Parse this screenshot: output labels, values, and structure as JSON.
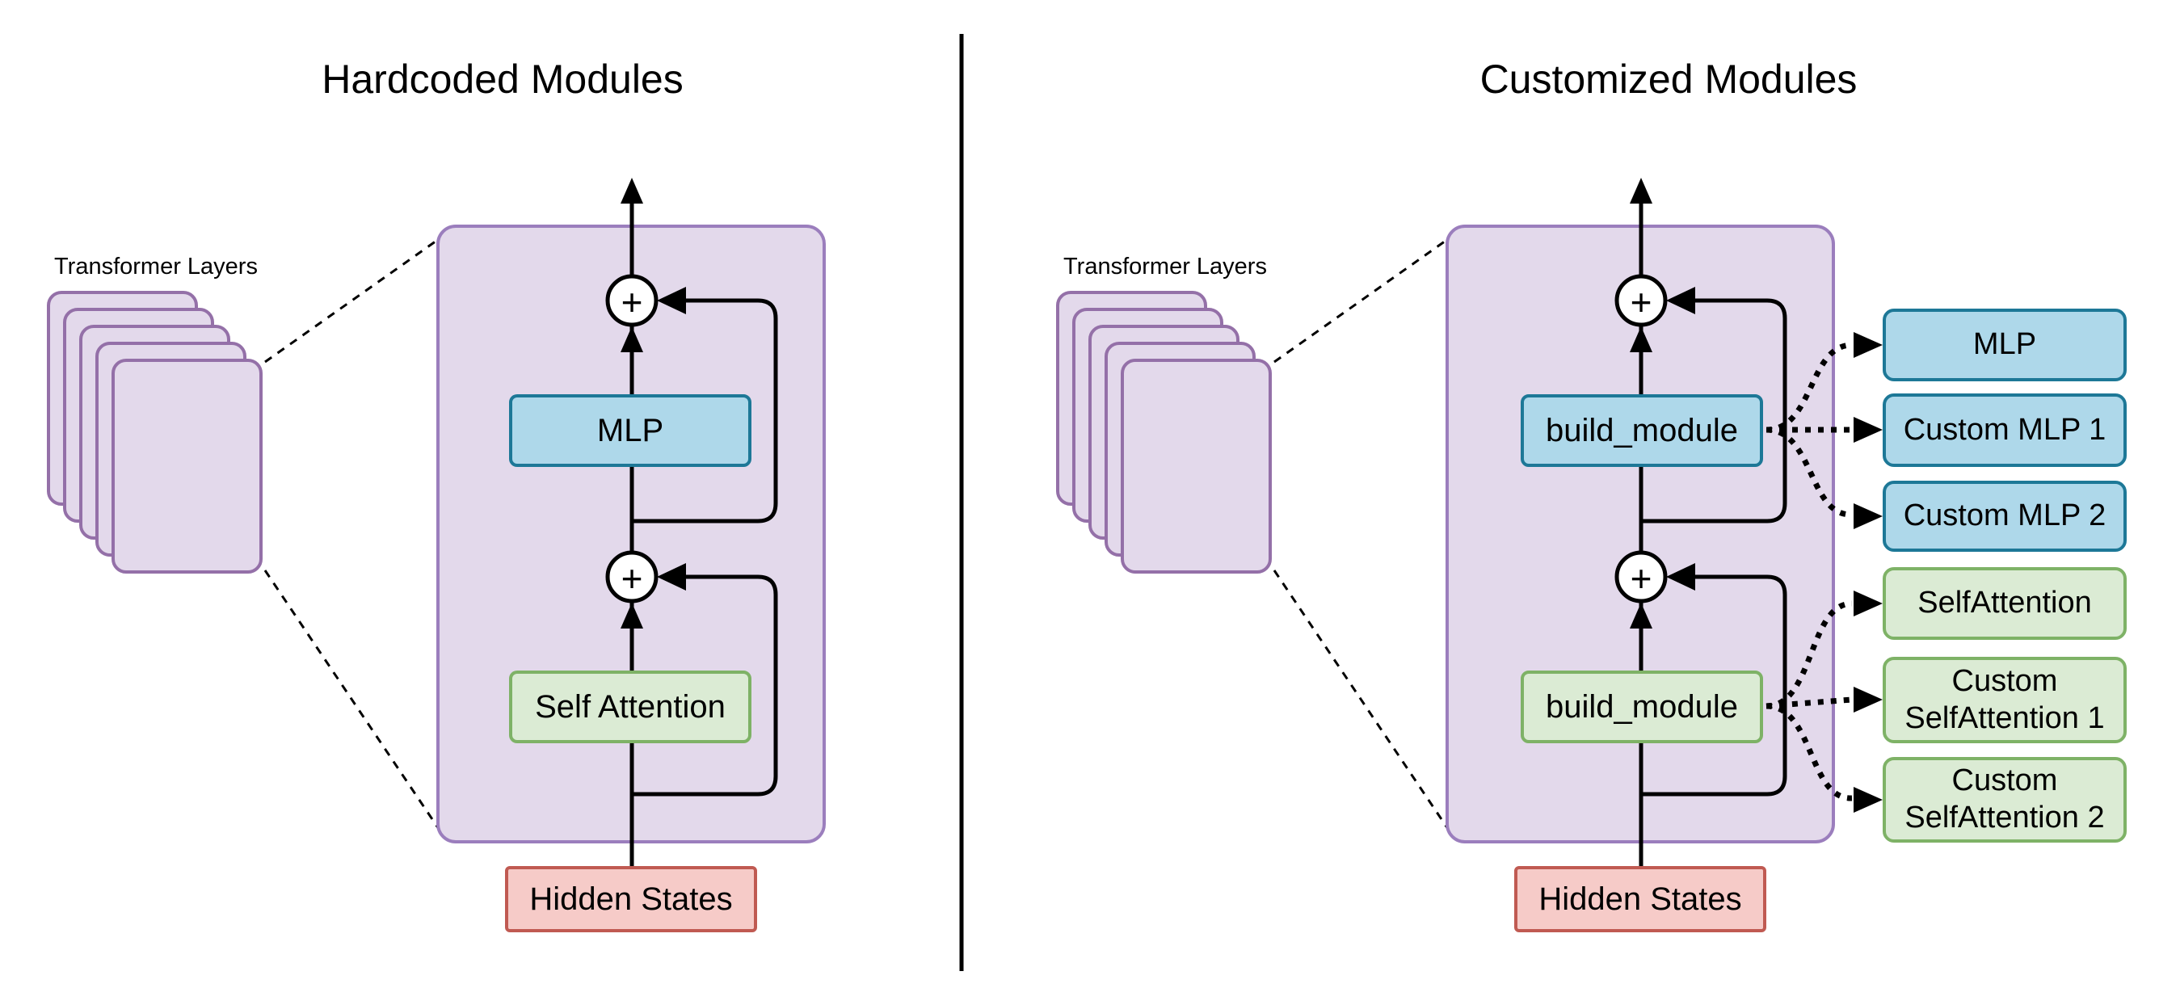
{
  "colors": {
    "purple_fill": "#E3D9EB",
    "purple_border": "#9470A8",
    "container_border": "#9B7EBD",
    "blue_fill": "#AED8EA",
    "blue_border": "#1D7897",
    "green_fill": "#DBEBD4",
    "green_border": "#7EB266",
    "red_fill": "#F6CBC8",
    "red_border": "#C05A52",
    "line": "#000000"
  },
  "icons": {
    "residual_add": "+",
    "arrow_up": "up-arrowhead",
    "arrow_left": "left-arrowhead",
    "arrow_right": "right-arrowhead"
  },
  "left_panel": {
    "title": "Hardcoded Modules",
    "stack_label": "Transformer Layers",
    "mlp_label": "MLP",
    "attention_label": "Self Attention",
    "hidden_states_label": "Hidden States"
  },
  "right_panel": {
    "title": "Customized Modules",
    "stack_label": "Transformer Layers",
    "mlp_builder_label": "build_module",
    "attention_builder_label": "build_module",
    "hidden_states_label": "Hidden States",
    "mlp_options": [
      "MLP",
      "Custom MLP 1",
      "Custom MLP 2"
    ],
    "attention_options": [
      "SelfAttention",
      "Custom SelfAttention 1",
      "Custom SelfAttention 2"
    ]
  }
}
